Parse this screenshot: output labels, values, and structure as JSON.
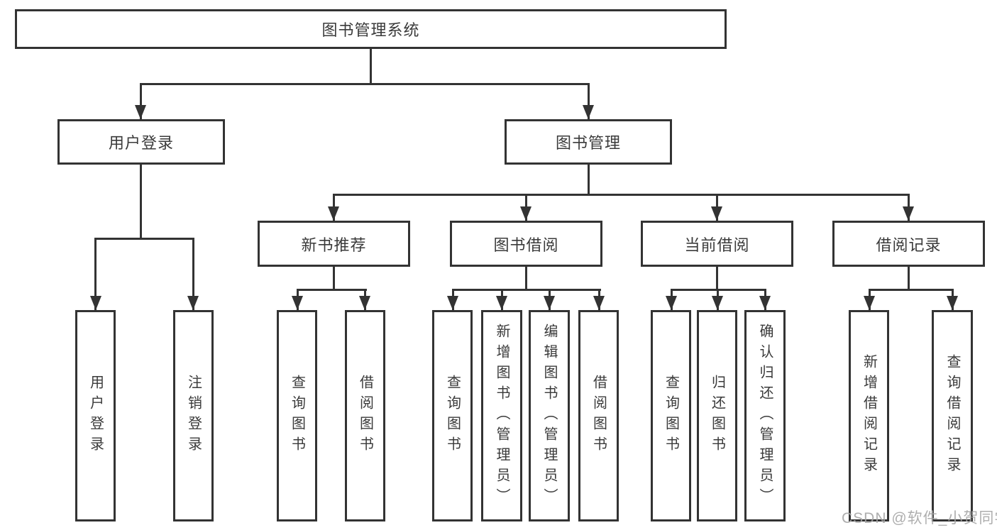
{
  "diagram": {
    "title": "图书管理系统",
    "branches": [
      {
        "label": "用户登录",
        "children": [
          {
            "label": "用户登录"
          },
          {
            "label": "注销登录"
          }
        ]
      },
      {
        "label": "图书管理",
        "children": [
          {
            "label": "新书推荐",
            "children": [
              {
                "label": "查询图书"
              },
              {
                "label": "借阅图书"
              }
            ]
          },
          {
            "label": "图书借阅",
            "children": [
              {
                "label": "查询图书"
              },
              {
                "label": "新增图书（管理员）"
              },
              {
                "label": "编辑图书（管理员）"
              },
              {
                "label": "借阅图书"
              }
            ]
          },
          {
            "label": "当前借阅",
            "children": [
              {
                "label": "查询图书"
              },
              {
                "label": "归还图书"
              },
              {
                "label": "确认归还（管理员）"
              }
            ]
          },
          {
            "label": "借阅记录",
            "children": [
              {
                "label": "新增借阅记录"
              },
              {
                "label": "查询借阅记录"
              }
            ]
          }
        ]
      }
    ]
  },
  "watermark": {
    "text": "CSDN @软件_小贺同学"
  },
  "colors": {
    "line": "#333333",
    "box_border": "#333333",
    "box_fill": "#ffffff",
    "text": "#3a3a3a",
    "watermark": "#a6a6a6",
    "background": "#ffffff"
  }
}
